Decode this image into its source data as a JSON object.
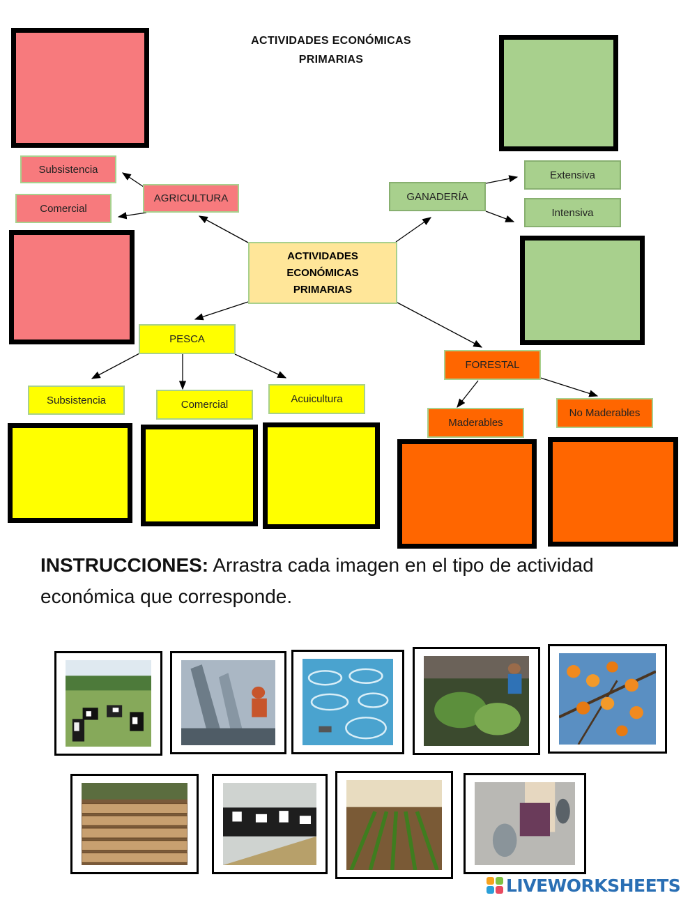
{
  "title": {
    "line1": "ACTIVIDADES ECONÓMICAS",
    "line2": "PRIMARIAS"
  },
  "center": {
    "line1": "ACTIVIDADES",
    "line2": "ECONÓMICAS",
    "line3": "PRIMARIAS"
  },
  "agricultura": {
    "label": "AGRICULTURA",
    "sub1": "Subsistencia",
    "sub2": "Comercial"
  },
  "ganaderia": {
    "label": "GANADERÍA",
    "sub1": "Extensiva",
    "sub2": "Intensiva"
  },
  "pesca": {
    "label": "PESCA",
    "sub1": "Subsistencia",
    "sub2": "Comercial",
    "sub3": "Acuicultura"
  },
  "forestal": {
    "label": "FORESTAL",
    "sub1": "Maderables",
    "sub2": "No Maderables"
  },
  "instructions": {
    "bold": "INSTRUCCIONES:",
    "text": " Arrastra cada imagen en el tipo de actividad económica que corresponde."
  },
  "images": [
    "cows-pasture-icon",
    "tuna-fishing-icon",
    "fish-farm-cages-icon",
    "vegetable-garden-icon",
    "fruit-tree-icon",
    "timber-logs-icon",
    "dairy-cows-feeding-icon",
    "crop-field-icon",
    "fish-catch-icon"
  ],
  "brand": {
    "name": "LIVEWORKSHEETS"
  },
  "colors": {
    "red": "#f77a7d",
    "green": "#a8d08d",
    "yellow": "#ffff00",
    "orange": "#ff6600",
    "center": "#ffe699",
    "brand": "#2a6fb4"
  }
}
